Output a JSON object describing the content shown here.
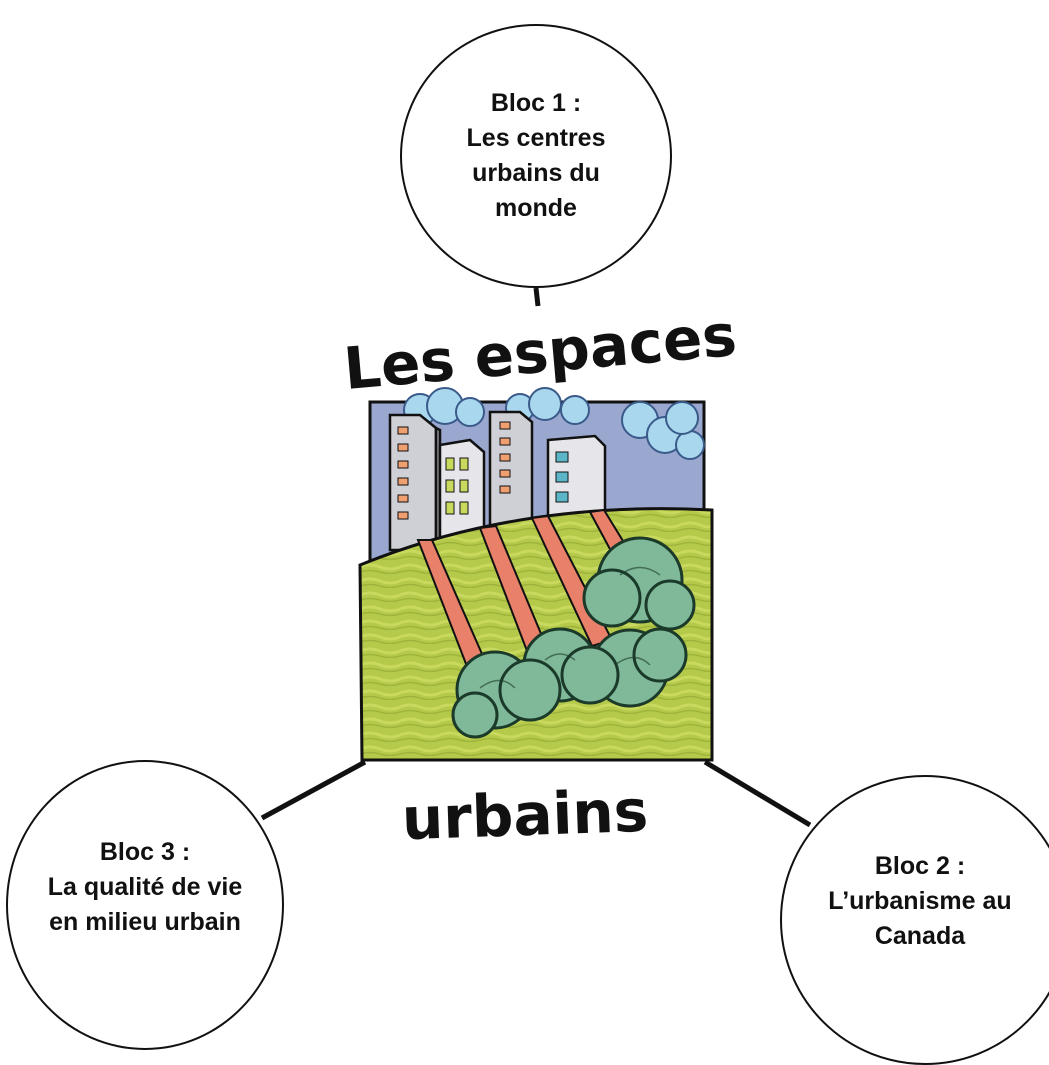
{
  "title": {
    "line1": "Les espaces",
    "line2": "urbains"
  },
  "blocs": [
    {
      "id": "bloc1",
      "lines": [
        "Bloc 1 :",
        "Les centres",
        "urbains du",
        "monde"
      ]
    },
    {
      "id": "bloc2",
      "lines": [
        "Bloc 2 :",
        "L’urbanisme au",
        "Canada"
      ]
    },
    {
      "id": "bloc3",
      "lines": [
        "Bloc 3 :",
        "La qualité de vie",
        "en milieu urbain"
      ]
    }
  ],
  "colors": {
    "sky": "#9aa8d0",
    "grass": "#b5c94a",
    "tree": "#7fb99a",
    "path": "#e8806a",
    "cloud": "#a9d8ee"
  },
  "icons": [
    "city-clipart-icon"
  ]
}
